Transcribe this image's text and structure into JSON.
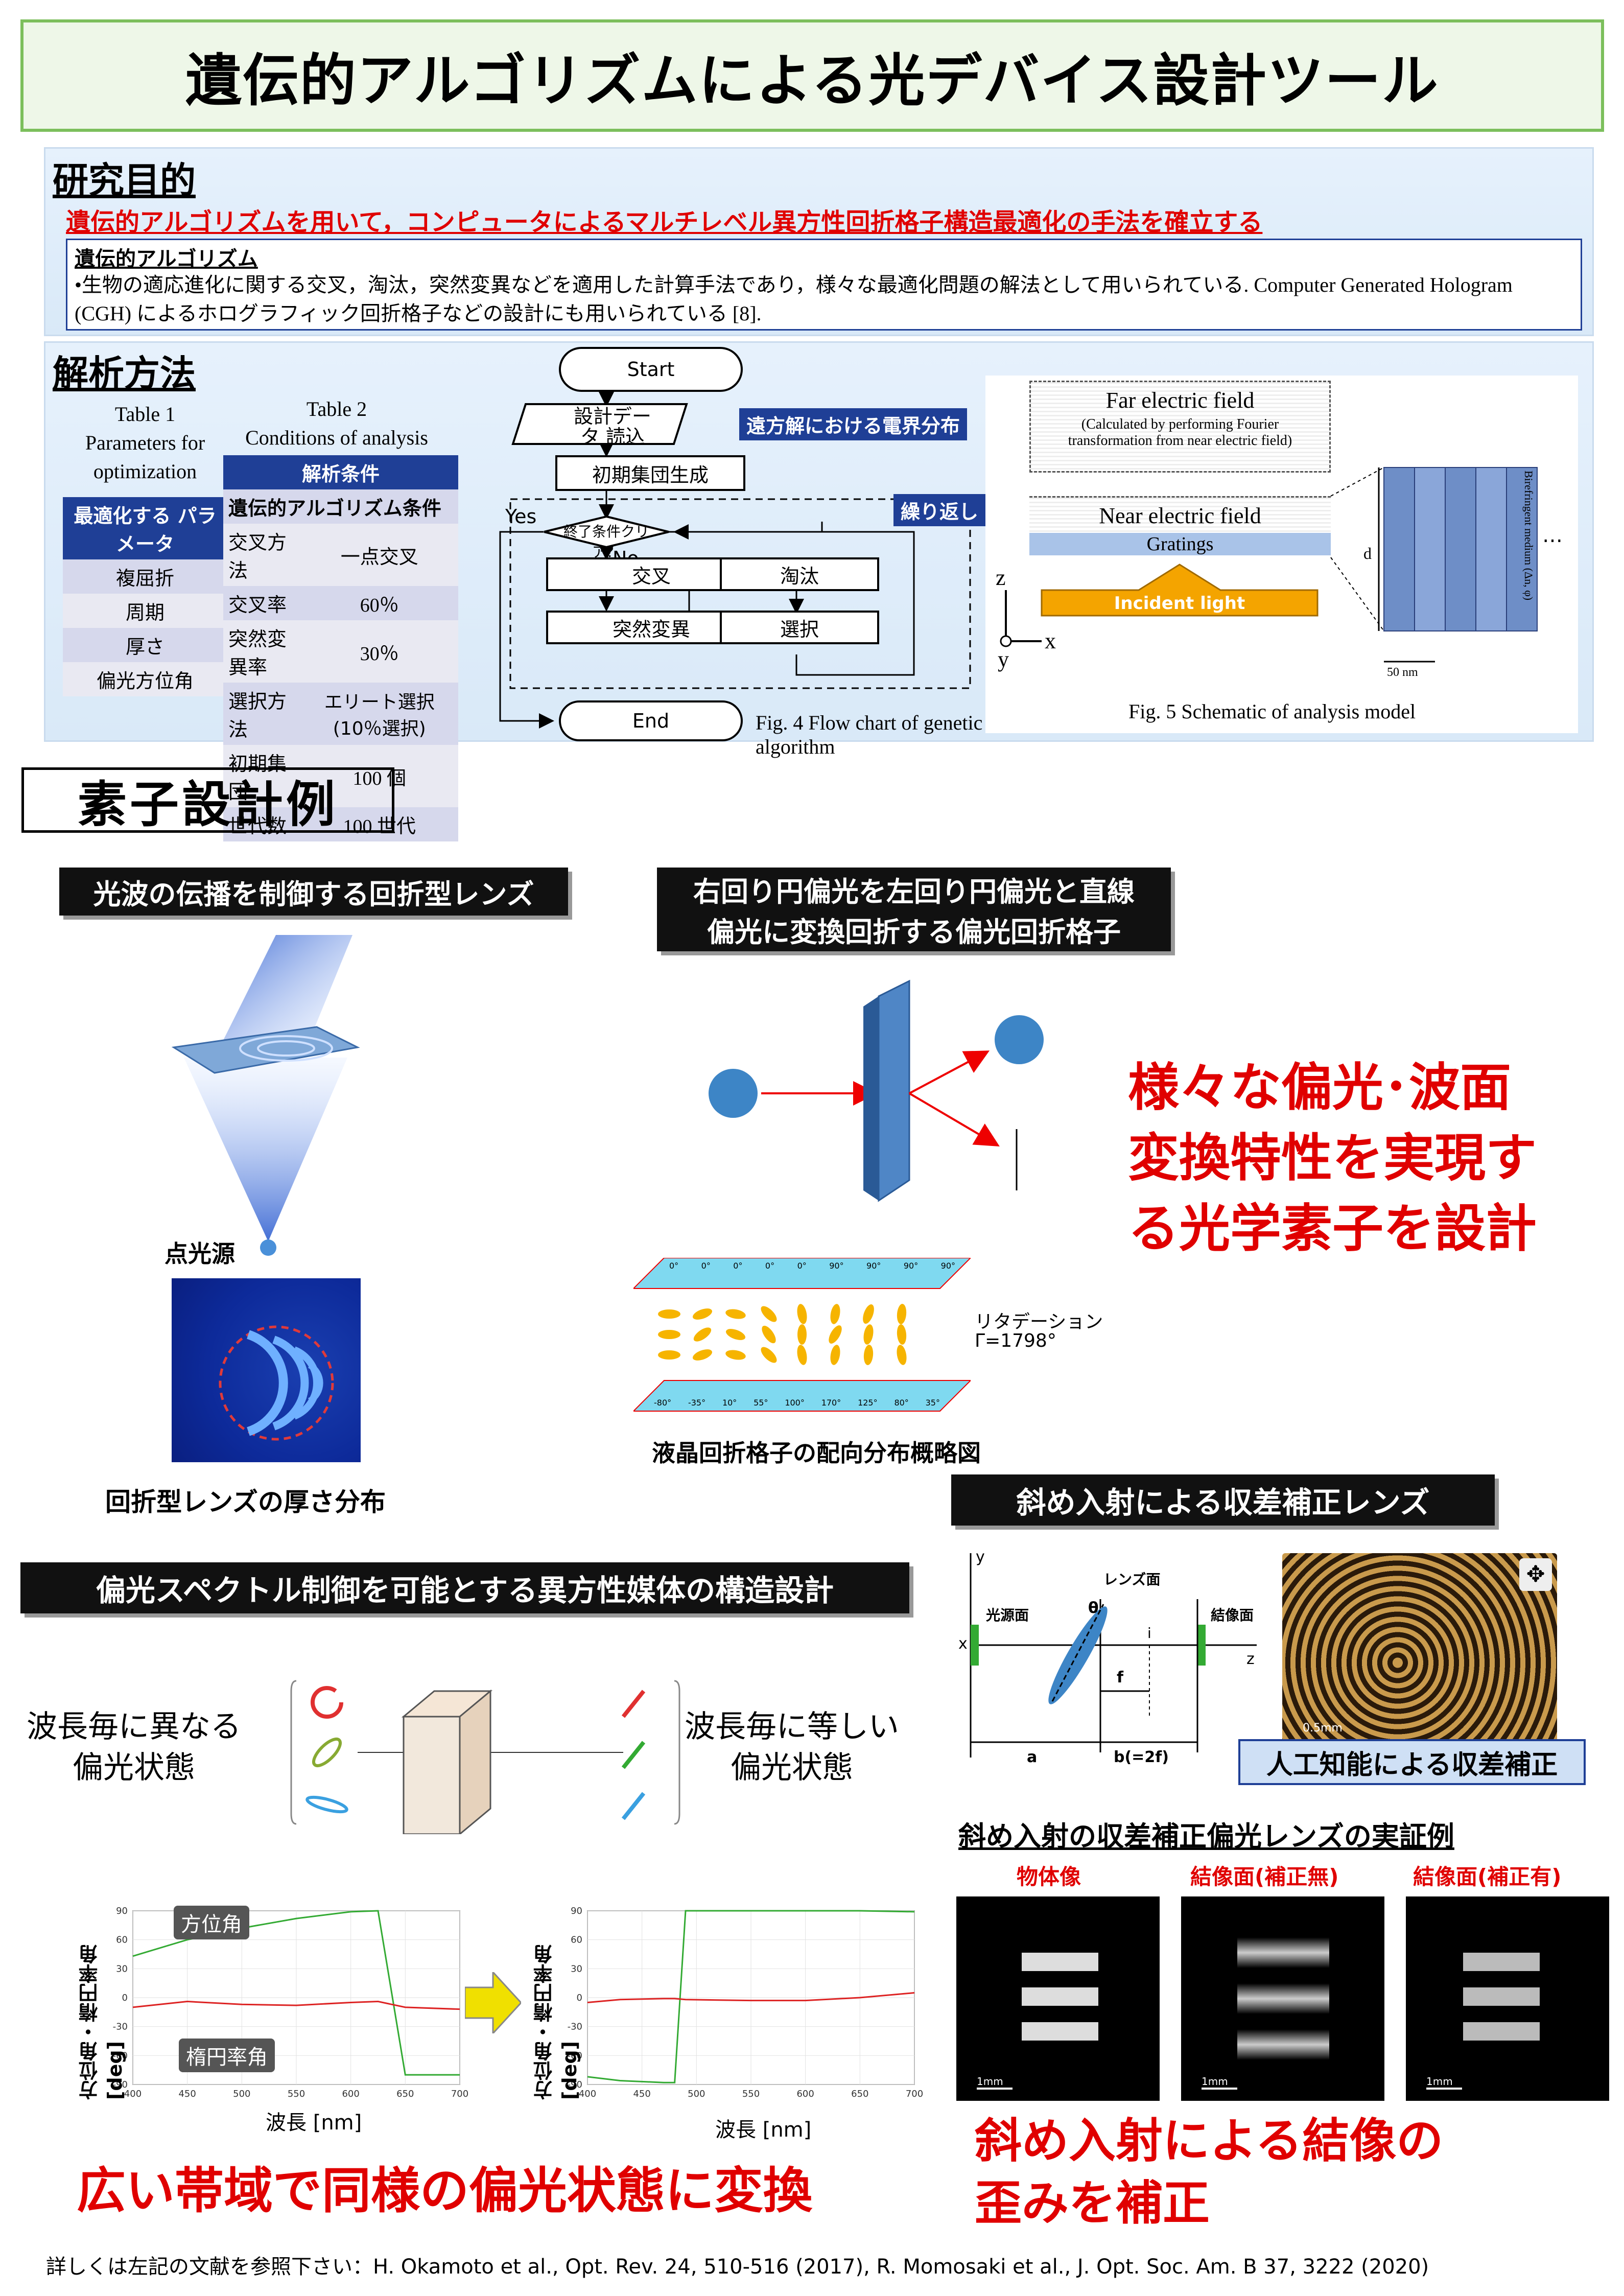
{
  "title": "遺伝的アルゴリズムによる光デバイス設計ツール",
  "purpose": {
    "heading": "研究目的",
    "goal": "遺伝的アルゴリズムを用いて，コンピュータによるマルチレベル異方性回折格子構造最適化の手法を確立する",
    "box_title": "遺伝的アルゴリズム",
    "box_text": "•生物の適応進化に関する交叉，淘汰，突然変異などを適用した計算手法であり，様々な最適化問題の解法として用いられている. Computer Generated Hologram (CGH) によるホログラフィック回折格子などの設計にも用いられている [8]."
  },
  "analysis": {
    "heading": "解析方法",
    "table1": {
      "caption1": "Table 1",
      "caption2": "Parameters for",
      "caption3": "optimization",
      "header": "最適化する パラメータ",
      "rows": [
        "複屈折",
        "周期",
        "厚さ",
        "偏光方位角"
      ]
    },
    "table2": {
      "caption1": "Table 2",
      "caption2": "Conditions of analysis",
      "header": "解析条件",
      "subheader": "遺伝的アルゴリズム条件",
      "rows": [
        [
          "交叉方法",
          "一点交叉"
        ],
        [
          "交叉率",
          "60％"
        ],
        [
          "突然変異率",
          "30％"
        ],
        [
          "選択方法",
          "エリート選択 (10％選択)"
        ],
        [
          "初期集団",
          "100 個"
        ],
        [
          "世代数",
          "100 世代"
        ]
      ]
    },
    "flow": {
      "start": "Start",
      "input": "設計データ 読込",
      "far_label": "遠方解における電界分布",
      "init": "初期集団生成",
      "loop_label": "繰り返し",
      "yes": "Yes",
      "cond": "終了条件クリア？",
      "no": "No",
      "crossover": "交叉",
      "selection_out": "淘汰",
      "mutation": "突然変異",
      "select": "選択",
      "end": "End",
      "caption": "Fig. 4 Flow chart of  genetic algorithm"
    },
    "model": {
      "far_title": "Far electric field",
      "far_note": "(Calculated by performing Fourier transformation from near electric field)",
      "near": "Near electric field",
      "gratings": "Gratings",
      "incident": "Incident light",
      "axis_z": "z",
      "axis_x": "x",
      "axis_y": "y",
      "d": "d",
      "nm": "50 nm",
      "medium": "Birefringent medium (Δn, φ)",
      "dots": "…",
      "caption": "Fig. 5 Schematic of analysis model"
    }
  },
  "examples": {
    "heading": "素子設計例",
    "lens_bar": "光波の伝播を制御する回折型レンズ",
    "point_source": "点光源",
    "lens_caption": "回折型レンズの厚さ分布",
    "pol_bar1": "右回り円偏光を左回り円偏光と直線",
    "pol_bar2": "偏光に変換回折する偏光回折格子",
    "retardation": "リタデーション",
    "gamma": "Γ=1798°",
    "lc_caption": "液晶回折格子の配向分布概略図",
    "big_red": [
      "様々な偏光･波面",
      "変換特性を実現す",
      "る光学素子を設計"
    ],
    "top_angles": [
      "0°",
      "0°",
      "0°",
      "0°",
      "0°",
      "90°",
      "90°",
      "90°",
      "90°"
    ],
    "bottom_angles": [
      "-80°",
      "-35°",
      "10°",
      "55°",
      "100°",
      "170°",
      "125°",
      "80°",
      "35°"
    ],
    "aberr_bar": "斜め入射による収差補正レンズ",
    "aberr_labels": {
      "y": "y",
      "x": "x",
      "z": "z",
      "src": "光源面",
      "lens": "レンズ面",
      "theta": "θ",
      "img": "結像面",
      "i": "i",
      "f": "f",
      "a": "a",
      "b": "b(=2f)",
      "scale": "0.5mm"
    },
    "ai_label": "人工知能による収差補正",
    "spec_bar": "偏光スペクトル制御を可能とする異方性媒体の構造設計",
    "left_text": [
      "波長毎に異なる",
      "偏光状態"
    ],
    "right_text": [
      "波長毎に等しい",
      "偏光状態"
    ],
    "proof_title": "斜め入射の収差補正偏光レンズの実証例",
    "proof_labels": [
      "物体像",
      "結像面(補正無)",
      "結像面(補正有)"
    ],
    "scale_labels": [
      "1mm",
      "1mm",
      "1mm"
    ],
    "chart_label_az": "方位角",
    "chart_label_el": "楕円率角",
    "ylabel": "方位角・楕円率角 [deg]",
    "xlabel": "波長 [nm]",
    "bottom_red_left": "広い帯域で同様の偏光状態に変換",
    "bottom_red_right": [
      "斜め入射による結像の",
      "歪みを補正"
    ]
  },
  "footer": "詳しくは左記の文献を参照下さい：H. Okamoto et al., Opt. Rev. 24, 510-516 (2017), R. Momosaki et al., J. Opt. Soc. Am. B 37, 3222 (2020)",
  "chart_data": [
    {
      "type": "line",
      "x": [
        400,
        450,
        500,
        550,
        600,
        625,
        650,
        700
      ],
      "xlim": [
        400,
        700
      ],
      "ylim": [
        -90,
        90
      ],
      "xticks": [
        400,
        450,
        500,
        550,
        600,
        650,
        700
      ],
      "yticks": [
        90,
        60,
        30,
        0,
        -30,
        -60,
        -90
      ],
      "xlabel": "波長 [nm]",
      "ylabel": "方位角・楕円率角 [deg]",
      "series": [
        {
          "name": "方位角",
          "color": "#33aa33",
          "values": [
            43,
            60,
            72,
            82,
            89,
            90,
            -80,
            -80
          ]
        },
        {
          "name": "楕円率角",
          "color": "#dd2222",
          "values": [
            -10,
            -4,
            -7,
            -8,
            -5,
            -4,
            -10,
            -12
          ]
        }
      ]
    },
    {
      "type": "line",
      "x": [
        400,
        430,
        470,
        480,
        490,
        550,
        600,
        650,
        700
      ],
      "xlim": [
        400,
        700
      ],
      "ylim": [
        -90,
        90
      ],
      "xticks": [
        400,
        450,
        500,
        550,
        600,
        650,
        700
      ],
      "yticks": [
        90,
        60,
        30,
        0,
        -30,
        -60,
        -90
      ],
      "xlabel": "波長 [nm]",
      "ylabel": "方位角・楕円率角 [deg]",
      "series": [
        {
          "color": "#33aa33",
          "values": [
            -82,
            -86,
            -88,
            -88,
            90,
            90,
            90,
            90,
            89
          ]
        },
        {
          "color": "#dd2222",
          "values": [
            -5,
            -2,
            -1,
            -1,
            -2,
            -3,
            -3,
            0,
            5
          ]
        }
      ]
    }
  ],
  "colors": {
    "title_border": "#7cbf5c",
    "navy": "#1f3f96",
    "red": "#e00000"
  }
}
